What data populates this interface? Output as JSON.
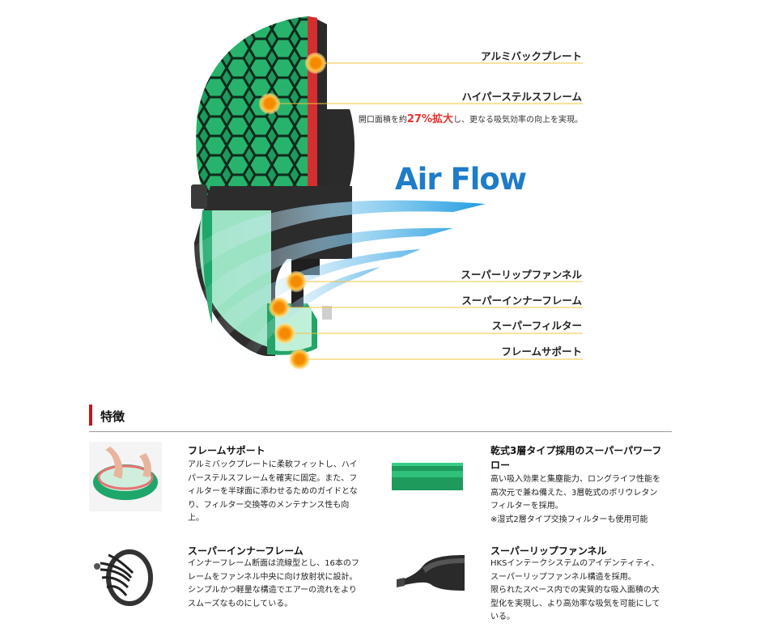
{
  "diagram": {
    "callouts": [
      {
        "label": "アルミバックプレート"
      },
      {
        "label": "ハイパーステルスフレーム",
        "desc_before": "開口面積を約",
        "desc_highlight": "27%拡大",
        "desc_after": "し、更なる吸気効率の向上を実現。"
      },
      {
        "label": "スーパーリップファンネル"
      },
      {
        "label": "スーパーインナーフレーム"
      },
      {
        "label": "スーパーフィルター"
      },
      {
        "label": "フレームサポート"
      }
    ],
    "airflow_title": "Air Flow",
    "colors": {
      "accent_orange": "#f5a000",
      "leader_line": "#f2c53d",
      "filter_green": "#1fa66a",
      "airflow_blue": "#1e7cc8"
    }
  },
  "section": {
    "title": "特徴"
  },
  "features": [
    {
      "title": "フレームサポート",
      "body": [
        "アルミバックプレートに柔軟フィットし、ハイ",
        "パーステルスフレームを確実に固定。また、フ",
        "ィルターを半球面に添わせるためのガイドとな",
        "り、フィルター交換等のメンテナンス性も向",
        "上。"
      ]
    },
    {
      "title_lines": [
        "乾式3層タイプ採用のスーパーパワーフ",
        "ロー"
      ],
      "body": [
        "高い吸入効果と集塵能力、ロングライフ性能を",
        "高次元で兼ね備えた、3層乾式のポリウレタン",
        "フィルターを採用。",
        "※湿式2層タイプ交換フィルターも使用可能"
      ]
    },
    {
      "title": "スーパーインナーフレーム",
      "body": [
        "インナーフレーム断面は流線型とし、16本のフ",
        "レームをファンネル中央に向け放射状に設計。",
        "シンプルかつ軽量な構造でエアーの流れをより",
        "スムーズなものにしている。"
      ]
    },
    {
      "title": "スーパーリップファンネル",
      "body": [
        "HKSインテークシステムのアイデンティティ、",
        "スーパーリップファンネル構造を採用。",
        "限られたスペース内での実質的な吸入面積の大",
        "型化を実現し、より高効率な吸気を可能にして",
        "いる。"
      ]
    }
  ]
}
